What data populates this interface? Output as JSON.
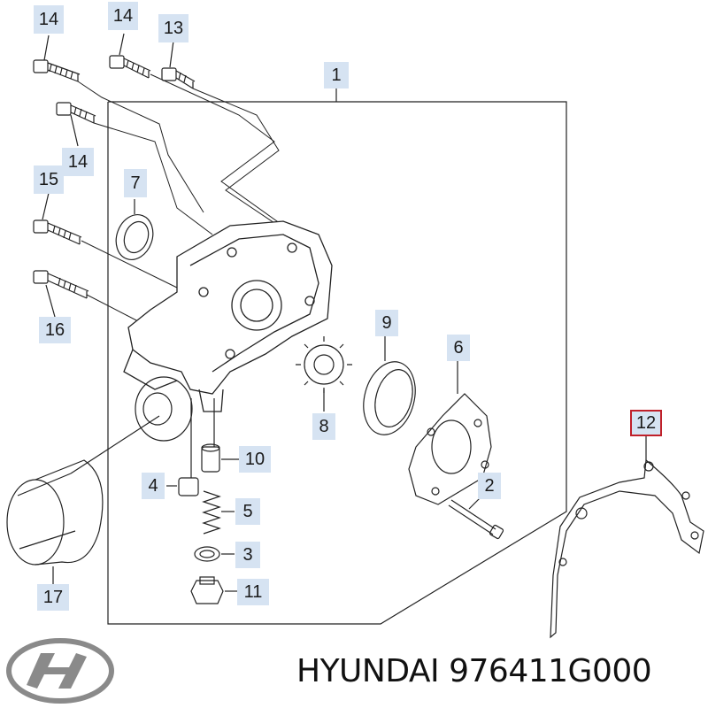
{
  "diagram": {
    "callouts": [
      {
        "id": "c14a",
        "label": "14"
      },
      {
        "id": "c14b",
        "label": "14"
      },
      {
        "id": "c13",
        "label": "13"
      },
      {
        "id": "c1",
        "label": "1"
      },
      {
        "id": "c14c",
        "label": "14"
      },
      {
        "id": "c7",
        "label": "7"
      },
      {
        "id": "c15",
        "label": "15"
      },
      {
        "id": "c16",
        "label": "16"
      },
      {
        "id": "c9",
        "label": "9"
      },
      {
        "id": "c6",
        "label": "6"
      },
      {
        "id": "c8",
        "label": "8"
      },
      {
        "id": "c10",
        "label": "10"
      },
      {
        "id": "c4",
        "label": "4"
      },
      {
        "id": "c5",
        "label": "5"
      },
      {
        "id": "c3",
        "label": "3"
      },
      {
        "id": "c11",
        "label": "11"
      },
      {
        "id": "c2",
        "label": "2"
      },
      {
        "id": "c12",
        "label": "12"
      },
      {
        "id": "c17",
        "label": "17"
      }
    ],
    "highlighted_callout": "12",
    "accent_color": "#c0202a",
    "callout_fill": "#d6e3f2"
  },
  "footer": {
    "brand_text": "HYUNDAI 976411G000",
    "logo_icon": "hyundai-logo-icon"
  }
}
